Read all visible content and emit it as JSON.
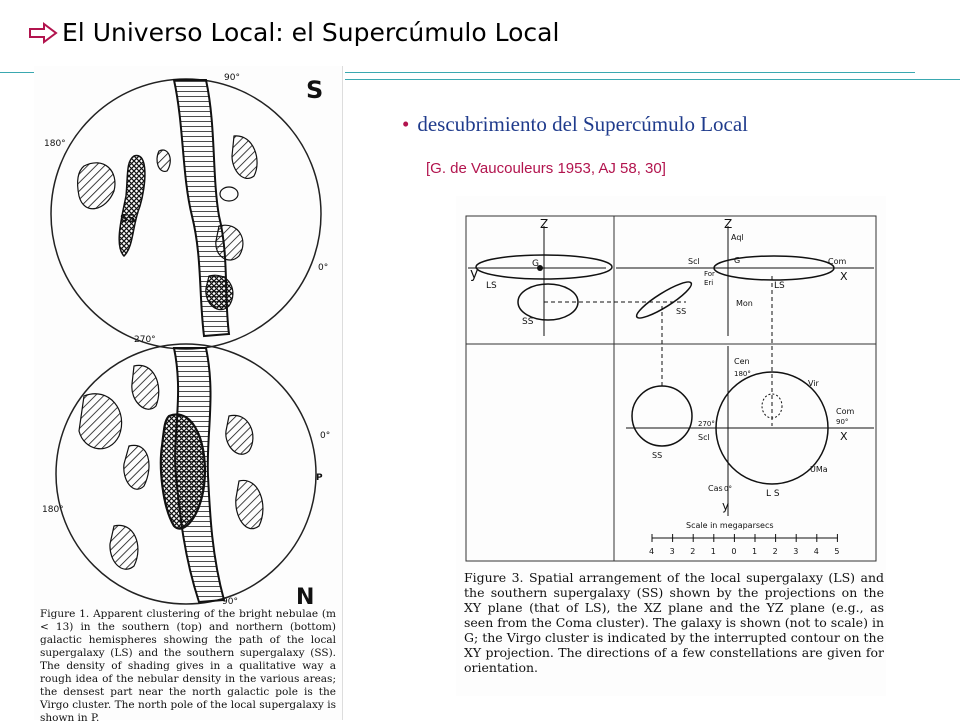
{
  "title": "El Universo Local: el Supercúmulo Local",
  "bullet": "descubrimiento del Supercúmulo Local",
  "reference": "[G. de Vaucouleurs 1953, AJ 58, 30]",
  "figure1": {
    "label_S": "S",
    "label_N": "N",
    "label_90_top": "90°",
    "label_180_top": "180°",
    "label_0_top": "0°",
    "label_270": "270°",
    "label_SS": "SS",
    "label_0_bottom": "0°",
    "label_180_bottom": "180°",
    "label_90_bottom": "90°",
    "label_P": "P",
    "caption": "Figure 1. Apparent clustering of the bright nebulae (m < 13) in the southern (top) and northern (bottom) galactic hemispheres showing the path of the local supergalaxy (LS) and the southern supergalaxy (SS). The density of shading gives in a qualitative way a rough idea of the nebular density in the various areas; the densest part near the north galactic pole is the Virgo cluster. The north pole of the local supergalaxy is shown in P."
  },
  "figure3": {
    "z1": "Z",
    "z2": "Z",
    "aql": "Aql",
    "y_left": "y",
    "g1": "G",
    "g2": "G",
    "ls1": "LS",
    "ls2": "LS",
    "ss1": "SS",
    "ss2": "SS",
    "ss3": "SS",
    "scl1": "Scl",
    "scl2": "Scl",
    "for": "For",
    "eri": "Eri",
    "com1": "Com",
    "com2": "Com",
    "x1": "X",
    "x2": "X",
    "mon": "Mon",
    "cen": "Cen",
    "vir": "Vir",
    "deg180": "180°",
    "deg90": "90°",
    "deg270": "270°",
    "deg0": "0°",
    "uma": "UMa",
    "cas": "Cas",
    "ls3": "L S",
    "y_bottom": "y",
    "scale_title": "Scale in megaparsecs",
    "scale_ticks": [
      "4",
      "3",
      "2",
      "1",
      "0",
      "1",
      "2",
      "3",
      "4",
      "5"
    ],
    "caption": "Figure 3. Spatial arrangement of the local supergalaxy (LS) and the southern supergalaxy (SS) shown by the projections on the XY plane (that of LS), the XZ plane and the YZ plane (e.g., as seen from the Coma cluster). The galaxy is shown (not to scale) in G; the Virgo cluster is indicated by the interrupted contour on the XY projection. The directions of a few constellations are given for orientation."
  }
}
